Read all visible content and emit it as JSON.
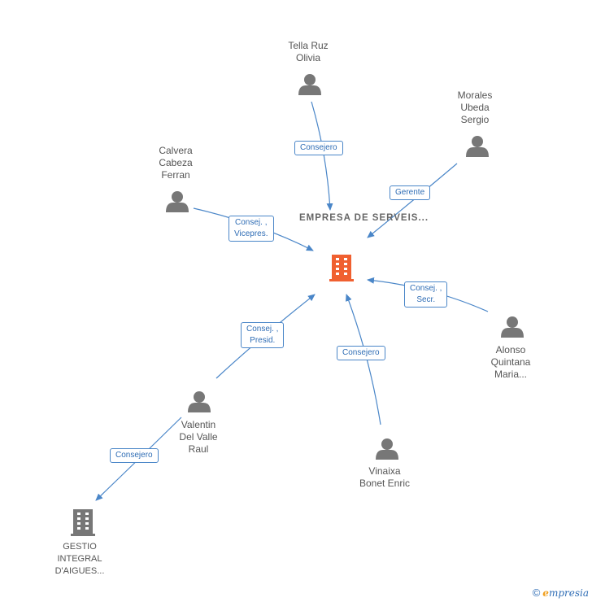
{
  "center_company": {
    "label": "EMPRESA DE SERVEIS...",
    "color": "#f06030"
  },
  "people": [
    {
      "id": "tella",
      "lines": [
        "Tella Ruz",
        "Olivia"
      ]
    },
    {
      "id": "morales",
      "lines": [
        "Morales",
        "Ubeda",
        "Sergio"
      ]
    },
    {
      "id": "calvera",
      "lines": [
        "Calvera",
        "Cabeza",
        "Ferran"
      ]
    },
    {
      "id": "alonso",
      "lines": [
        "Alonso",
        "Quintana",
        "Maria..."
      ]
    },
    {
      "id": "valentin",
      "lines": [
        "Valentin",
        "Del Valle",
        "Raul"
      ]
    },
    {
      "id": "vinaixa",
      "lines": [
        "Vinaixa",
        "Bonet Enric"
      ]
    }
  ],
  "other_company": {
    "lines": [
      "GESTIO",
      "INTEGRAL",
      "D'AIGUES..."
    ],
    "color": "#777777"
  },
  "relations": [
    {
      "from": "tella",
      "to": "center",
      "role": "Consejero"
    },
    {
      "from": "morales",
      "to": "center",
      "role": "Gerente"
    },
    {
      "from": "calvera",
      "to": "center",
      "role": [
        "Consej. ,",
        "Vicepres."
      ]
    },
    {
      "from": "alonso",
      "to": "center",
      "role": [
        "Consej. ,",
        "Secr."
      ]
    },
    {
      "from": "valentin",
      "to": "center",
      "role": [
        "Consej. ,",
        "Presid."
      ]
    },
    {
      "from": "vinaixa",
      "to": "center",
      "role": "Consejero"
    },
    {
      "from": "valentin",
      "to": "gestio",
      "role": "Consejero"
    }
  ],
  "colors": {
    "edge": "#4a86c8",
    "person_icon": "#777777"
  },
  "footer": {
    "copyright": "©",
    "brand_first": "e",
    "brand_rest": "mpresia"
  }
}
